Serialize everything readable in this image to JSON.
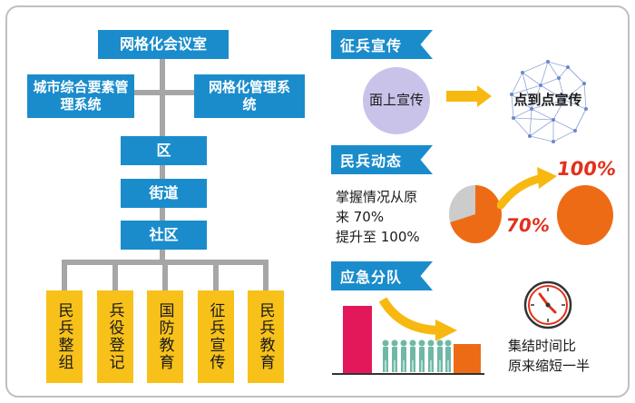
{
  "org": {
    "top": "网格化会议室",
    "left_system": "城市综合要素管理系统",
    "right_system": "网格化管理系统",
    "level1": "区",
    "level2": "街道",
    "level3": "社区",
    "leaves": [
      "民兵整组",
      "兵役登记",
      "国防教育",
      "征兵宣传",
      "民兵教育"
    ]
  },
  "sections": {
    "recruit": {
      "title": "征兵宣传",
      "from_label": "面上宣传",
      "to_label": "点到点宣传"
    },
    "militia": {
      "title": "民兵动态",
      "desc_line1": "掌握情况从原",
      "desc_line2": "来 70%",
      "desc_line3": "提升至 100%",
      "before_value": "70%",
      "after_value": "100%"
    },
    "emergency": {
      "title": "应急分队",
      "desc_line1": "集结时间比",
      "desc_line2": "原来缩短一半"
    }
  },
  "colors": {
    "blue": "#1a8ccc",
    "yellow": "#f7c11a",
    "orange": "#ee6b16",
    "gray": "#a6a6a6",
    "purple": "#c9c3ea",
    "teal": "#6fb8a6",
    "red": "#e2185b",
    "arrow": "#f7b90f"
  }
}
